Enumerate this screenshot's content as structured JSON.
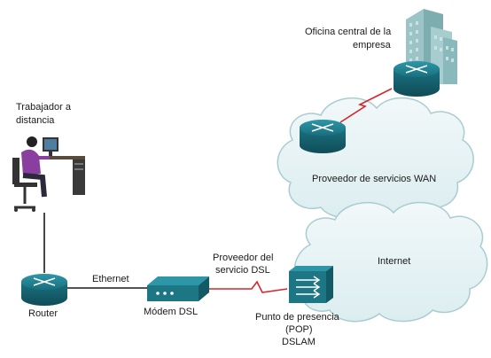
{
  "labels": {
    "hq_line1": "Oficina central de la",
    "hq_line2": "empresa",
    "teleworker_line1": "Trabajador a",
    "teleworker_line2": "distancia",
    "wan_provider": "Proveedor de servicios WAN",
    "internet": "Internet",
    "dsl_provider_line1": "Proveedor del",
    "dsl_provider_line2": "servicio DSL",
    "ethernet": "Ethernet",
    "router": "Router",
    "dsl_modem": "Módem DSL",
    "pop_line1": "Punto de presencia",
    "pop_line2": "(POP)",
    "pop_line3": "DSLAM"
  },
  "colors": {
    "device_teal": "#1f7f8f",
    "device_teal_dark": "#145a66",
    "cloud_fill": "#e6f2f4",
    "cloud_stroke": "#9cc6cd",
    "serial_link": "#d6262a",
    "building": "#9fc6c8",
    "person_shirt": "#8a3fa0"
  }
}
